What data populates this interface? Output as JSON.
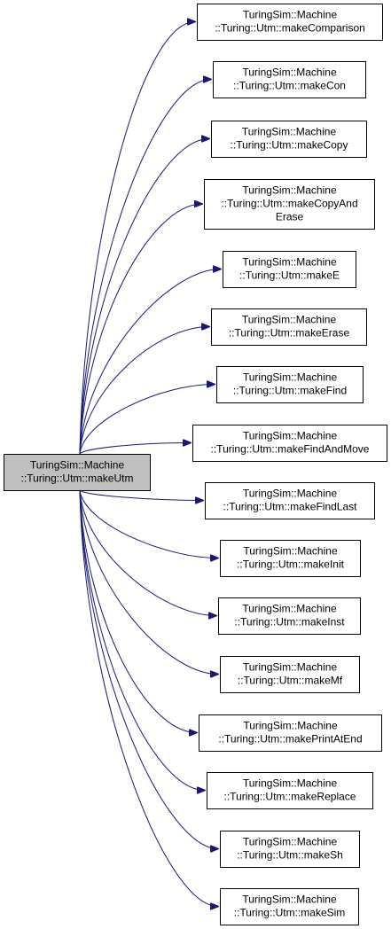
{
  "colors": {
    "edge": "#191970",
    "node_border": "#000000",
    "node_fill": "#ffffff",
    "root_fill": "#bfbfbf",
    "text": "#000000"
  },
  "root": {
    "lines": [
      "TuringSim::Machine",
      "::Turing::Utm::makeUtm"
    ]
  },
  "callees": [
    {
      "lines": [
        "TuringSim::Machine",
        "::Turing::Utm::makeComparison"
      ]
    },
    {
      "lines": [
        "TuringSim::Machine",
        "::Turing::Utm::makeCon"
      ]
    },
    {
      "lines": [
        "TuringSim::Machine",
        "::Turing::Utm::makeCopy"
      ]
    },
    {
      "lines": [
        "TuringSim::Machine",
        "::Turing::Utm::makeCopyAnd",
        "Erase"
      ]
    },
    {
      "lines": [
        "TuringSim::Machine",
        "::Turing::Utm::makeE"
      ]
    },
    {
      "lines": [
        "TuringSim::Machine",
        "::Turing::Utm::makeErase"
      ]
    },
    {
      "lines": [
        "TuringSim::Machine",
        "::Turing::Utm::makeFind"
      ]
    },
    {
      "lines": [
        "TuringSim::Machine",
        "::Turing::Utm::makeFindAndMove"
      ]
    },
    {
      "lines": [
        "TuringSim::Machine",
        "::Turing::Utm::makeFindLast"
      ]
    },
    {
      "lines": [
        "TuringSim::Machine",
        "::Turing::Utm::makeInit"
      ]
    },
    {
      "lines": [
        "TuringSim::Machine",
        "::Turing::Utm::makeInst"
      ]
    },
    {
      "lines": [
        "TuringSim::Machine",
        "::Turing::Utm::makeMf"
      ]
    },
    {
      "lines": [
        "TuringSim::Machine",
        "::Turing::Utm::makePrintAtEnd"
      ]
    },
    {
      "lines": [
        "TuringSim::Machine",
        "::Turing::Utm::makeReplace"
      ]
    },
    {
      "lines": [
        "TuringSim::Machine",
        "::Turing::Utm::makeSh"
      ]
    },
    {
      "lines": [
        "TuringSim::Machine",
        "::Turing::Utm::makeSim"
      ]
    }
  ]
}
